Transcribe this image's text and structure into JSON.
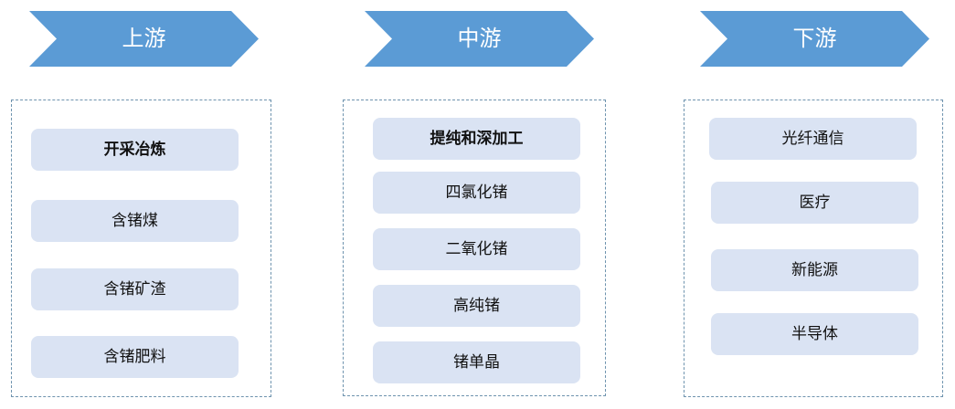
{
  "colors": {
    "arrow_fill": "#5B9BD5",
    "arrow_text": "#FFFFFF",
    "item_fill": "#DAE3F3",
    "container_border": "#6E93AE"
  },
  "stages": [
    {
      "title": "上游",
      "items": [
        {
          "label": "开采冶炼",
          "bold": true
        },
        {
          "label": "含锗煤",
          "bold": false
        },
        {
          "label": "含锗矿渣",
          "bold": false
        },
        {
          "label": "含锗肥料",
          "bold": false
        }
      ]
    },
    {
      "title": "中游",
      "items": [
        {
          "label": "提纯和深加工",
          "bold": true
        },
        {
          "label": "四氯化锗",
          "bold": false
        },
        {
          "label": "二氧化锗",
          "bold": false
        },
        {
          "label": "高纯锗",
          "bold": false
        },
        {
          "label": "锗单晶",
          "bold": false
        }
      ]
    },
    {
      "title": "下游",
      "items": [
        {
          "label": "光纤通信",
          "bold": false
        },
        {
          "label": "医疗",
          "bold": false
        },
        {
          "label": "新能源",
          "bold": false
        },
        {
          "label": "半导体",
          "bold": false
        }
      ]
    }
  ]
}
